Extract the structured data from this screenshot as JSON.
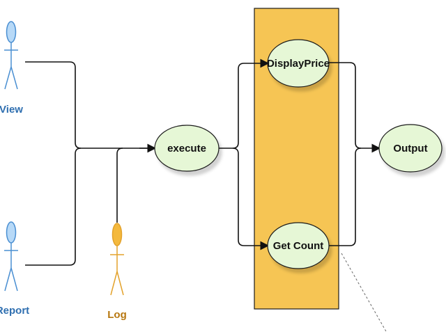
{
  "colors": {
    "actor_blue_fill": "#b7d9f7",
    "actor_blue_stroke": "#4a8fd2",
    "actor_blue_text": "#2f6fb0",
    "actor_orange_fill": "#f4b93d",
    "actor_orange_stroke": "#e3a22b",
    "actor_orange_text": "#b7770f",
    "usecase_fill": "#e6f7d6",
    "usecase_stroke": "#1a1a1a",
    "boundary_fill": "#f6c554",
    "boundary_stroke": "#1a1a1a",
    "connector": "#111111"
  },
  "actors": {
    "view": {
      "label": "View"
    },
    "report": {
      "label": "Report"
    },
    "log": {
      "label": "Log"
    }
  },
  "use_cases": {
    "execute": {
      "label": "execute"
    },
    "display_price": {
      "label": "DisplayPrice"
    },
    "get_count": {
      "label": "Get Count"
    },
    "output": {
      "label": "Output"
    }
  }
}
